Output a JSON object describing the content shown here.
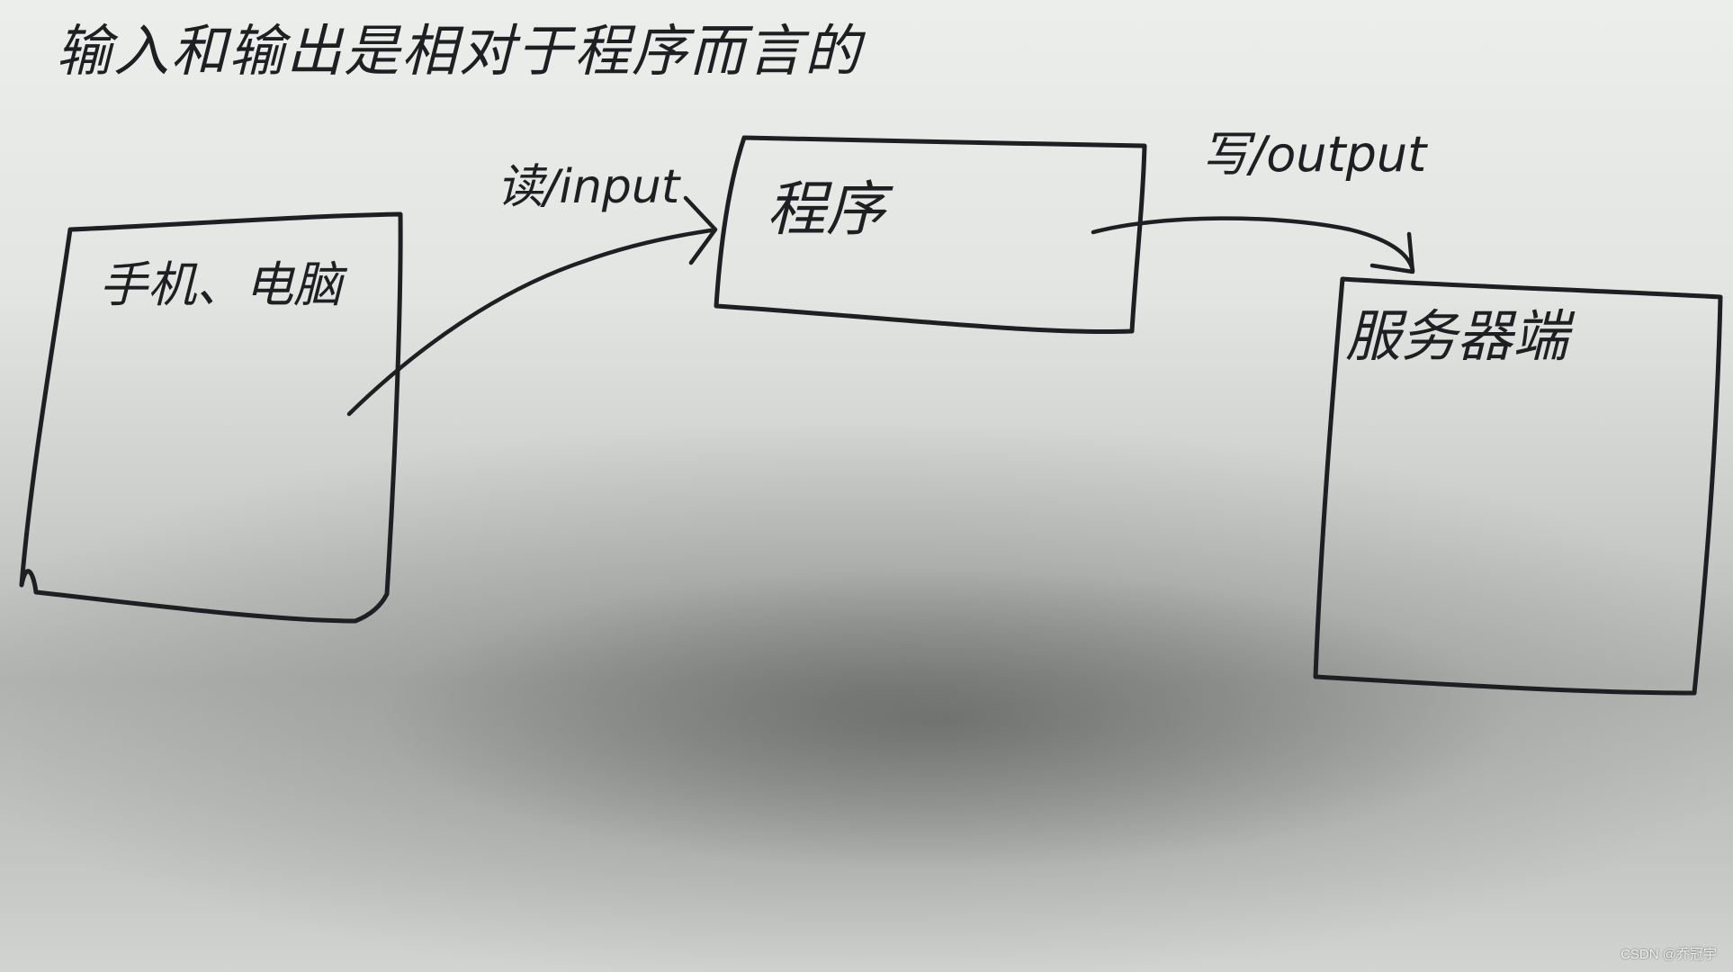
{
  "title": "输入和输出是相对于程序而言的",
  "nodes": {
    "device": {
      "label": "手机、电脑"
    },
    "program": {
      "label": "程序"
    },
    "server": {
      "label": "服务器端"
    }
  },
  "edges": {
    "read": {
      "label": "读/input"
    },
    "write": {
      "label": "写/output"
    }
  },
  "watermark": "CSDN @乔冠宇"
}
